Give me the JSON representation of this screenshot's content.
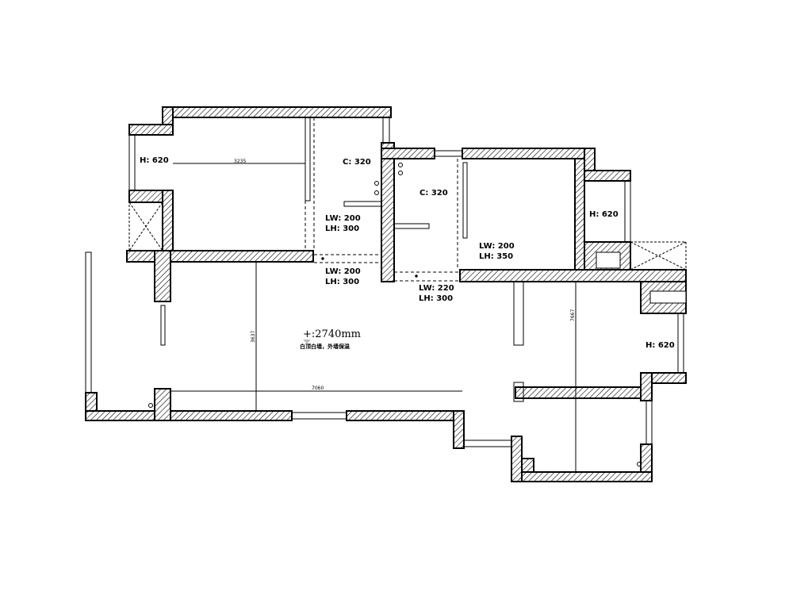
{
  "plan": {
    "ceiling_height": "+:2740mm",
    "note": "白顶白墙，外墙保温",
    "window_heights": [
      "H: 620",
      "H: 620",
      "H: 620"
    ],
    "curtains": [
      "C: 320",
      "C: 320"
    ],
    "lights": [
      {
        "lw": "LW: 200",
        "lh": "LH: 300"
      },
      {
        "lw": "LW: 200",
        "lh": "LH: 300"
      },
      {
        "lw": "LW: 220",
        "lh": "LH: 300"
      },
      {
        "lw": "LW: 200",
        "lh": "LH: 350"
      }
    ],
    "dimensions": [
      "3235",
      "3637",
      "7060",
      "7667"
    ]
  }
}
